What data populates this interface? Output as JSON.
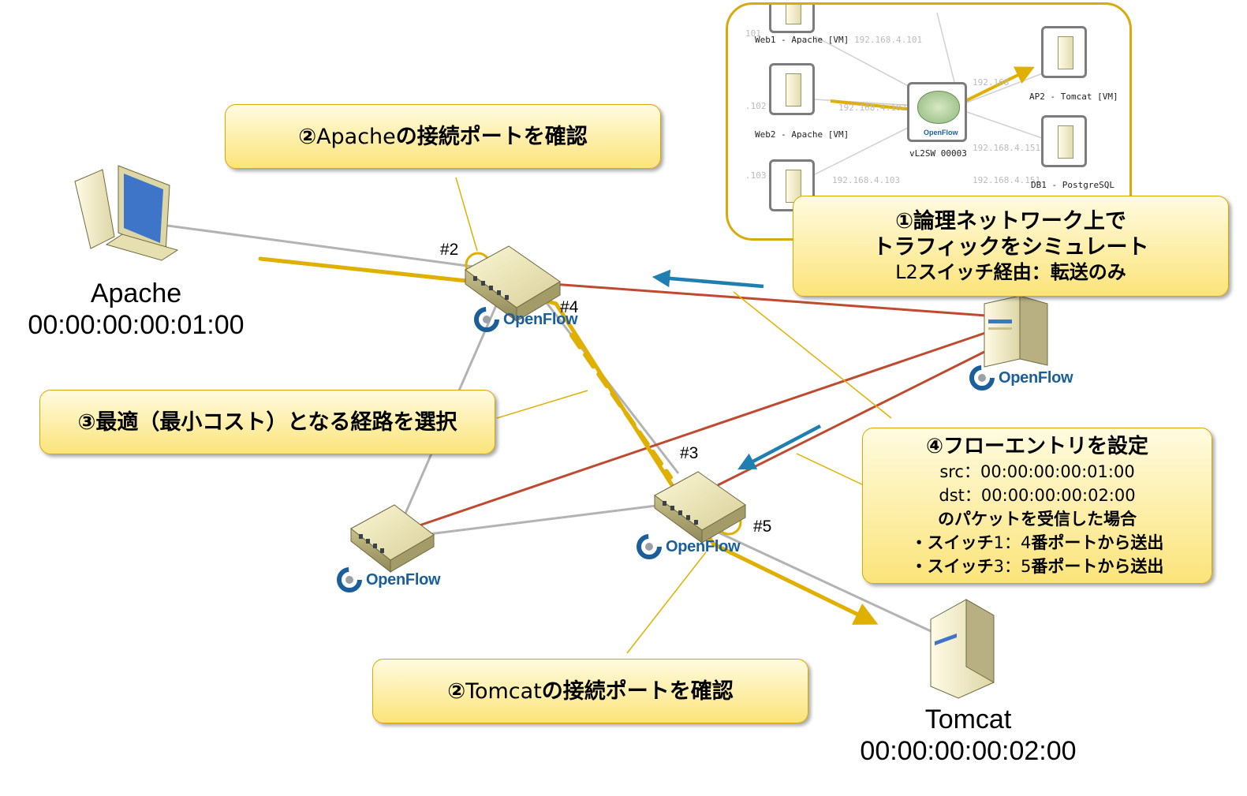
{
  "inset": {
    "nodes": [
      "Web1 - Apache [VM]",
      "Web2 - Apache [VM]",
      "AP2 - Tomcat [VM]",
      "DB1 - PostgreSQL",
      "vL2SW 00003"
    ],
    "switch_logo": "OpenFlow",
    "ips": [
      "101",
      "192.168.4.101",
      ".102",
      "192.168.4.102",
      "192.168",
      "192.168.4.151",
      ".103",
      "192.168.4.103",
      "192.168.4.151"
    ]
  },
  "callouts": {
    "step1": {
      "line1": "①論理ネットワーク上で",
      "line2": "トラフィックをシミュレート",
      "line3_a": "L2",
      "line3_b": "スイッチ経由：転送のみ"
    },
    "step2_apache": {
      "prefix": "②",
      "name": "Apache",
      "suffix": "の接続ポートを確認"
    },
    "step2_tomcat": {
      "prefix": "②",
      "name": "Tomcat",
      "suffix": "の接続ポートを確認"
    },
    "step3": {
      "text": "③最適（最小コスト）となる経路を選択"
    },
    "step4": {
      "title": "④フローエントリを設定",
      "src": "src：00:00:00:00:01:00",
      "dst": "dst：00:00:00:00:02:00",
      "condition": "のパケットを受信した場合",
      "rule1_a": "・スイッチ",
      "rule1_b": "1：4",
      "rule1_c": "番ポートから送出",
      "rule2_a": "・スイッチ",
      "rule2_b": "3：5",
      "rule2_c": "番ポートから送出"
    }
  },
  "hosts": {
    "apache": {
      "name": "Apache",
      "mac": "00:00:00:00:01:00"
    },
    "tomcat": {
      "name": "Tomcat",
      "mac": "00:00:00:00:02:00"
    }
  },
  "ports": {
    "p2": "#2",
    "p4": "#4",
    "p3": "#3",
    "p5": "#5"
  },
  "openflow_label": "OpenFlow",
  "colors": {
    "path": "#e0b000",
    "controller_link": "#c04a30",
    "data_link": "#b0b0b0",
    "arrow_blue": "#1f7fb0",
    "callout_fill": "#fbe47a",
    "openflow_text": "#1a5e9a"
  }
}
